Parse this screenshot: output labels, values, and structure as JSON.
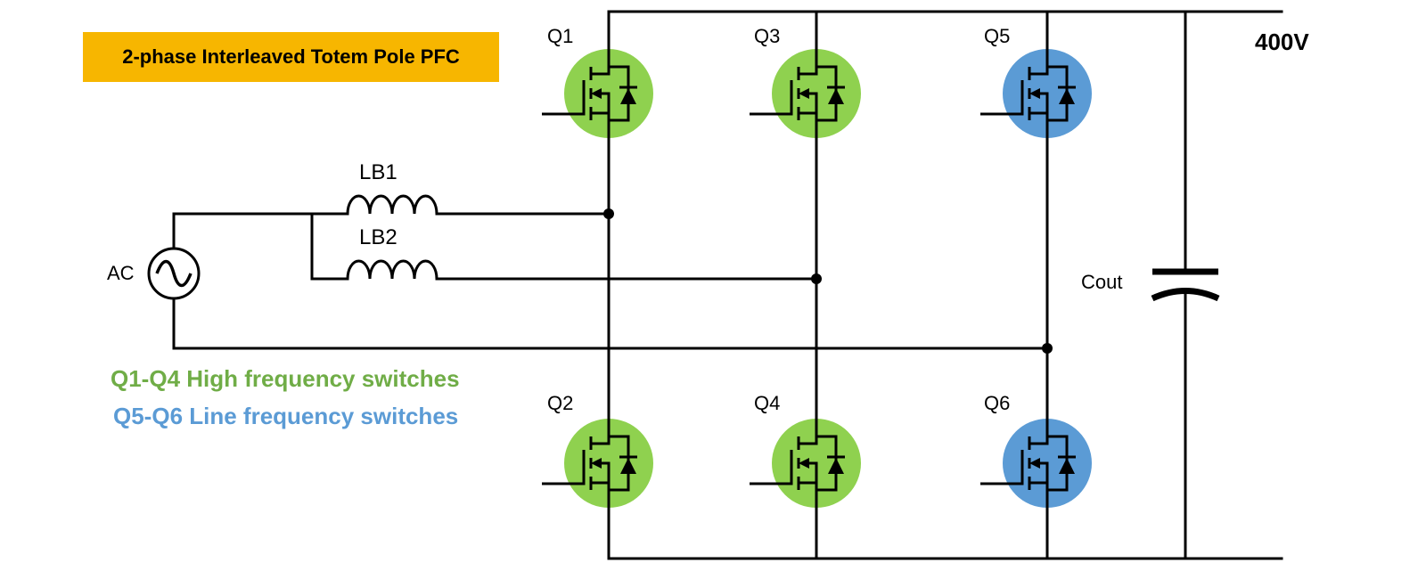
{
  "title": "2-phase Interleaved Totem Pole PFC",
  "output_voltage": "400V",
  "source_label": "AC",
  "inductors": [
    {
      "id": "lb1",
      "label": "LB1"
    },
    {
      "id": "lb2",
      "label": "LB2"
    }
  ],
  "capacitor_label": "Cout",
  "switches": [
    {
      "id": "q1",
      "label": "Q1",
      "type": "high-frequency",
      "color": "#8fd14f"
    },
    {
      "id": "q2",
      "label": "Q2",
      "type": "high-frequency",
      "color": "#8fd14f"
    },
    {
      "id": "q3",
      "label": "Q3",
      "type": "high-frequency",
      "color": "#8fd14f"
    },
    {
      "id": "q4",
      "label": "Q4",
      "type": "high-frequency",
      "color": "#8fd14f"
    },
    {
      "id": "q5",
      "label": "Q5",
      "type": "line-frequency",
      "color": "#5b9bd5"
    },
    {
      "id": "q6",
      "label": "Q6",
      "type": "line-frequency",
      "color": "#5b9bd5"
    }
  ],
  "legend": {
    "high_frequency": {
      "text": "Q1-Q4 High frequency switches",
      "color": "#70ad47"
    },
    "line_frequency": {
      "text": "Q5-Q6 Line frequency switches",
      "color": "#5b9bd5"
    }
  },
  "colors": {
    "title_background": "#f7b600",
    "wire": "#000000"
  }
}
